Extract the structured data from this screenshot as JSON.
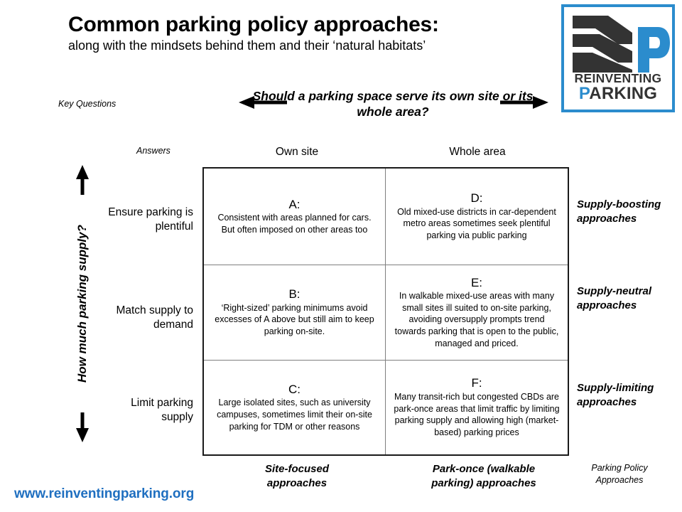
{
  "title": {
    "main": "Common parking policy approaches:",
    "subtitle": "along with the mindsets behind them and their ‘natural habitats’"
  },
  "logo": {
    "word1": "REINVENTING",
    "word2_initial": "P",
    "word2_rest": "ARKING",
    "accent_color": "#2b8ccd",
    "dark_color": "#333333",
    "mark": "three-diagonal-road-stripes-with-P"
  },
  "axes": {
    "key_questions_caption": "Key Questions",
    "answers_caption": "Answers",
    "policy_approaches_caption": "Parking Policy Approaches",
    "horizontal_question": "Should a parking space serve its own site or its whole area?",
    "vertical_question": "How much parking supply?",
    "column_headers": [
      "Own site",
      "Whole area"
    ],
    "row_labels": [
      "Ensure parking is plentiful",
      "Match supply to demand",
      "Limit parking supply"
    ]
  },
  "matrix": {
    "cells": [
      {
        "letter": "A:",
        "desc": "Consistent with areas planned for cars. But often imposed on other areas too"
      },
      {
        "letter": "D:",
        "desc": "Old mixed-use districts in car-dependent metro areas sometimes seek plentiful parking via public parking"
      },
      {
        "letter": "B:",
        "desc": "‘Right-sized’ parking minimums avoid excesses of A above but still aim to keep parking on-site."
      },
      {
        "letter": "E:",
        "desc": "In walkable mixed-use areas with many small sites ill suited to on-site parking, avoiding oversupply prompts trend towards parking that is open to the public, managed and priced."
      },
      {
        "letter": "C:",
        "desc": "Large isolated sites, such as university campuses, sometimes limit their on-site parking for TDM or other reasons"
      },
      {
        "letter": "F:",
        "desc": "Many transit-rich but congested CBDs are park-once areas that limit traffic by limiting parking supply and allowing high (market-based) parking prices"
      }
    ]
  },
  "side_labels": [
    "Supply-boosting approaches",
    "Supply-neutral approaches",
    "Supply-limiting approaches"
  ],
  "bottom_labels": [
    "Site-focused approaches",
    "Park-once (walkable parking) approaches"
  ],
  "footer": {
    "url": "www.reinventingparking.org",
    "url_color": "#1f6fc0"
  }
}
